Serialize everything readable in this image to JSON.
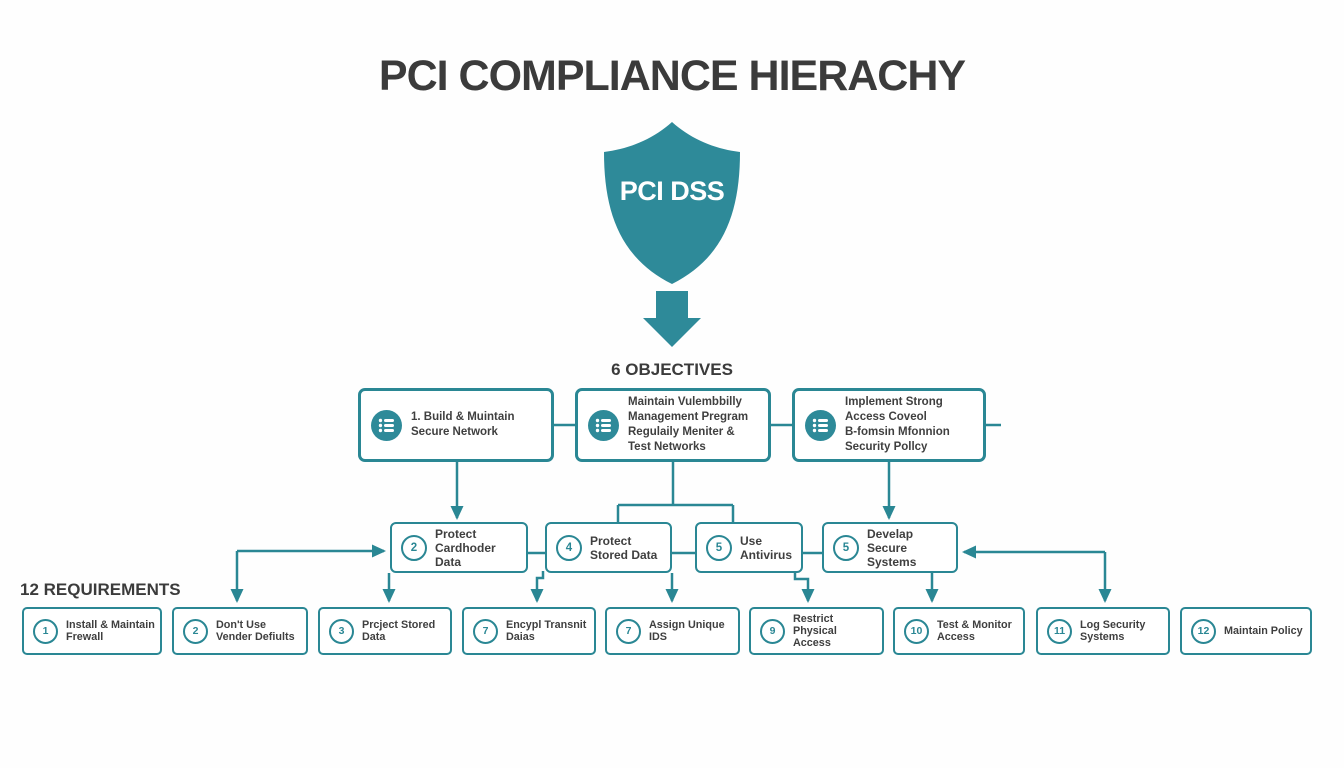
{
  "title": "PCI COMPLIANCE HIERACHY",
  "shield": {
    "label": "PCI DSS",
    "icon": "shield-icon"
  },
  "colors": {
    "teal": "#2e8a99",
    "box_border": "#2a8794",
    "title_text": "#3b3b3b",
    "body_text": "#3f3f3f",
    "background": "#fefefe"
  },
  "sections": {
    "objectives_label": "6 OBJECTIVES",
    "requirements_label": "12 REQUIREMENTS"
  },
  "objectives": [
    {
      "icon": "list-icon",
      "lines": [
        "1. Build & Muintain Secure Network",
        "",
        ""
      ]
    },
    {
      "icon": "list-icon",
      "lines": [
        "Maintain Vulembbilly",
        "Management Pregram",
        "Regulaily Meniter & Test Networks"
      ]
    },
    {
      "icon": "list-icon",
      "lines": [
        "Implement Strong",
        "Access Coveol",
        "B-fomsin Mfonnion Security Pollcy"
      ]
    }
  ],
  "middle_boxes": [
    {
      "num": "2",
      "label": "Protect Cardhoder Data"
    },
    {
      "num": "4",
      "label": "Protect Stored Data"
    },
    {
      "num": "5",
      "label": "Use Antivirus"
    },
    {
      "num": "5",
      "label": "Develap Secure Systems"
    }
  ],
  "requirements": [
    {
      "num": "1",
      "label": "Install & Maintain Frewall"
    },
    {
      "num": "2",
      "label": "Don't Use Vender Defiults"
    },
    {
      "num": "3",
      "label": "Prcject Stored Data"
    },
    {
      "num": "7",
      "label": "Encypl Transnit Daias"
    },
    {
      "num": "7",
      "label": "Assign Unique IDS"
    },
    {
      "num": "9",
      "label": "Restrict Physical Access"
    },
    {
      "num": "10",
      "label": "Test & Monitor Access"
    },
    {
      "num": "11",
      "label": "Log Security Systems"
    },
    {
      "num": "12",
      "label": "Maintain Policy"
    }
  ]
}
